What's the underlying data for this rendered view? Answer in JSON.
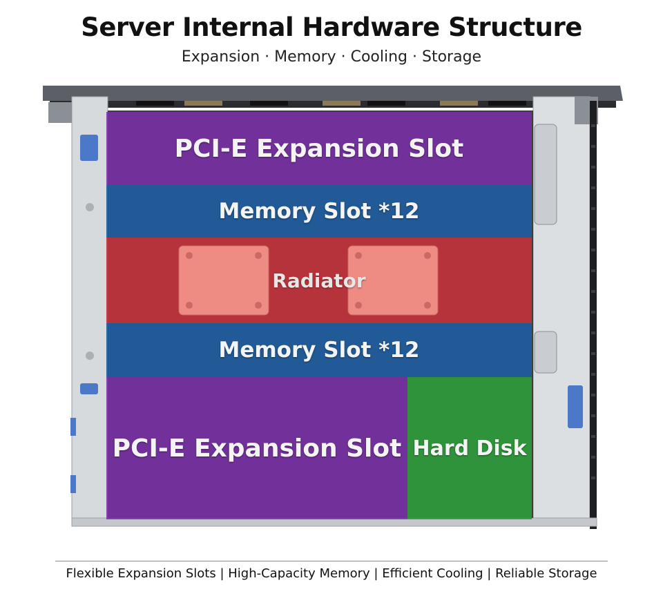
{
  "header": {
    "title": "Server Internal Hardware Structure",
    "subtitle": "Expansion · Memory · Cooling · Storage"
  },
  "regions": {
    "pcie_top": "PCI-E Expansion Slot",
    "memory_top": "Memory Slot *12",
    "radiator": "Radiator",
    "memory_bottom": "Memory Slot *12",
    "pcie_bottom": "PCI-E Expansion Slot",
    "hard_disk": "Hard Disk"
  },
  "colors": {
    "pcie": "#7a2fa8",
    "memory": "#1f5c9e",
    "radiator": "#c2323c",
    "heatsink": "#ee8b83",
    "hard_disk": "#2f9a3c",
    "chassis": "#cfd2d6"
  },
  "footer": {
    "text": "Flexible Expansion Slots | High-Capacity Memory | Efficient Cooling | Reliable Storage"
  }
}
